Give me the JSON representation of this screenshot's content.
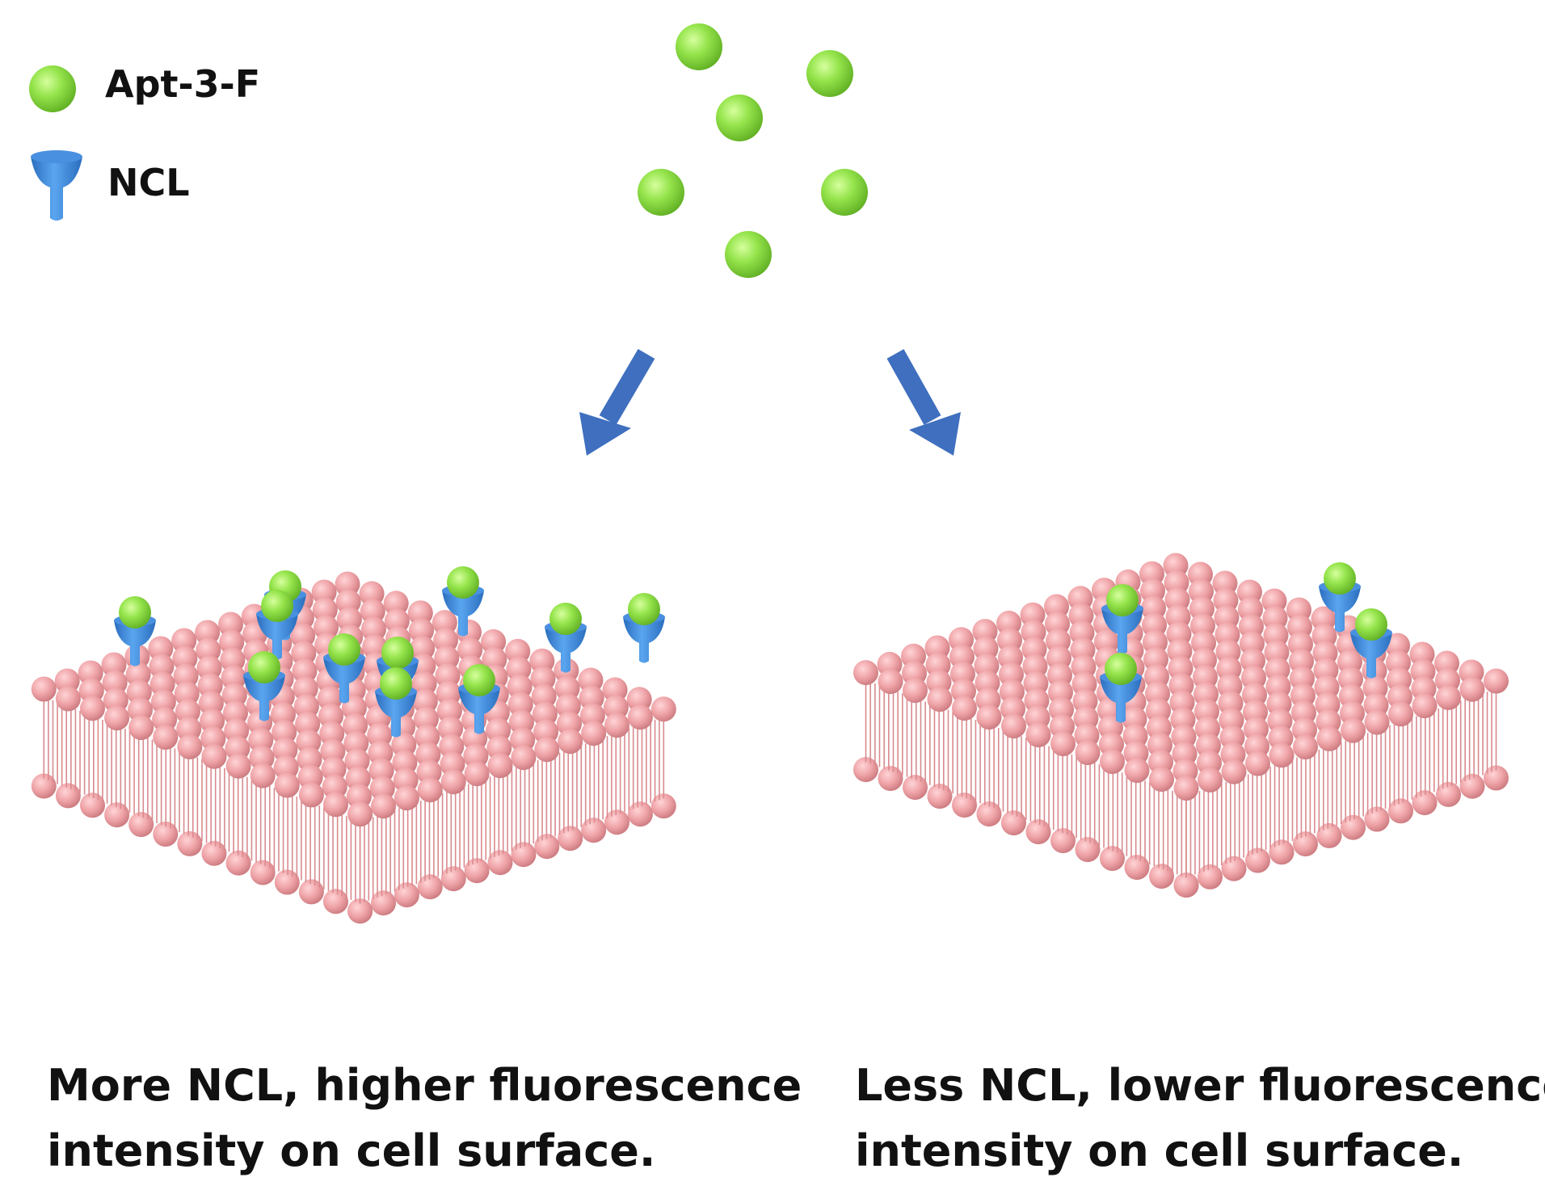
{
  "legend": {
    "items": [
      {
        "label": "Apt-3-F",
        "icon": "green-sphere-icon",
        "color": "#8fe04a"
      },
      {
        "label": "NCL",
        "icon": "blue-receptor-icon",
        "color": "#3d86d6"
      }
    ]
  },
  "incoming_aptamer_count": 6,
  "arrows": {
    "color": "#3f6fbe",
    "count": 2
  },
  "panels": [
    {
      "caption_line1": "More NCL, higher fluorescence",
      "caption_line2": "intensity on cell surface.",
      "bound_receptor_count": 11
    },
    {
      "caption_line1": "Less NCL, lower fluorescence",
      "caption_line2": "intensity on cell surface.",
      "bound_receptor_count": 4
    }
  ],
  "colors": {
    "aptamer": "#8fe04a",
    "receptor": "#3d86d6",
    "membrane_head": "#eea2a6",
    "membrane_tail": "#d98a8e"
  }
}
